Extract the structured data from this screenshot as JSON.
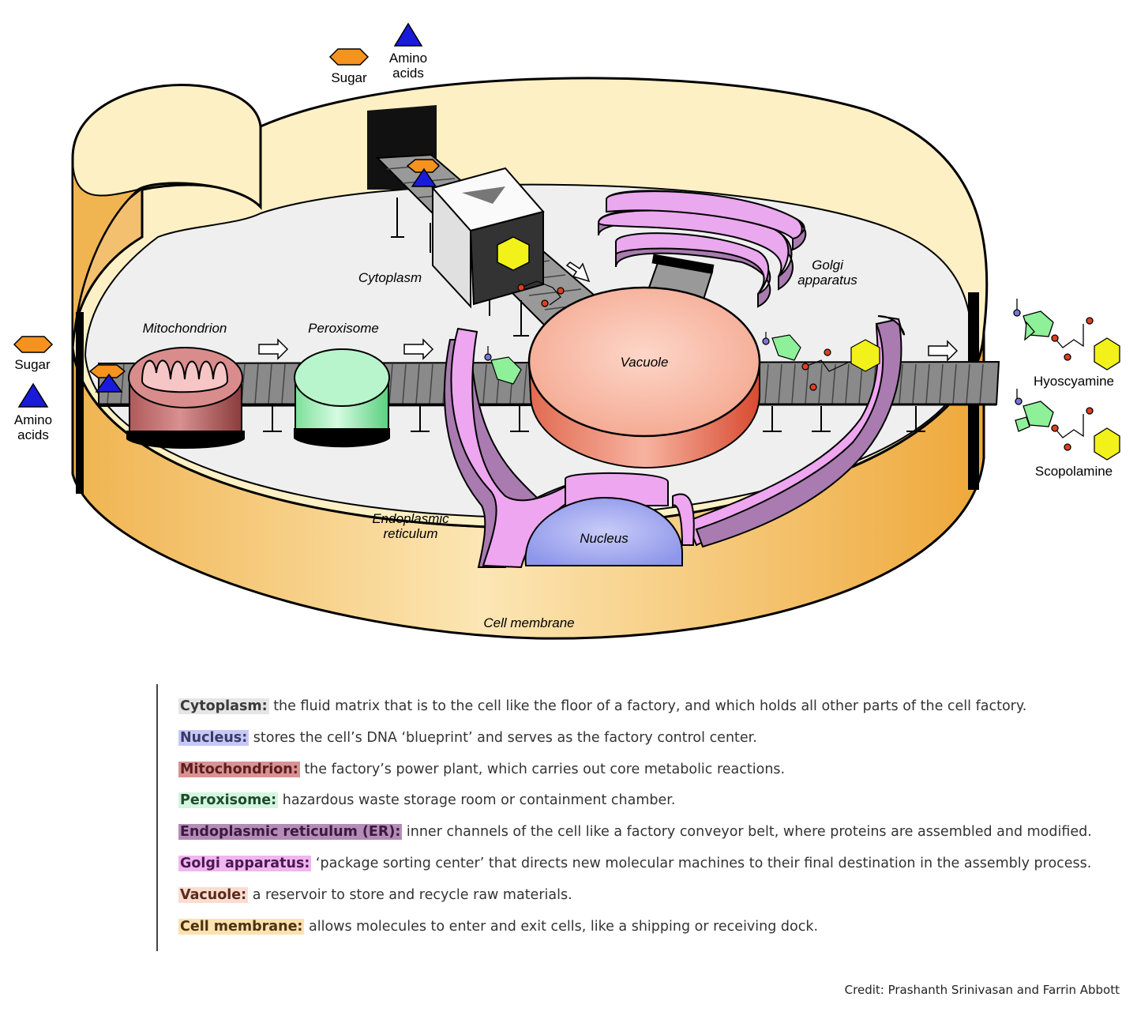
{
  "diagram": {
    "external_inputs_top": {
      "sugar": "Sugar",
      "amino_line1": "Amino",
      "amino_line2": "acids"
    },
    "external_inputs_left": {
      "sugar": "Sugar",
      "amino_line1": "Amino",
      "amino_line2": "acids"
    },
    "organelles": {
      "cytoplasm": "Cytoplasm",
      "mitochondrion": "Mitochondrion",
      "peroxisome": "Peroxisome",
      "vacuole": "Vacuole",
      "golgi_line1": "Golgi",
      "golgi_line2": "apparatus",
      "er_line1": "Endoplasmic",
      "er_line2": "reticulum",
      "nucleus": "Nucleus",
      "membrane": "Cell membrane"
    },
    "products": {
      "hyoscyamine": "Hyoscyamine",
      "scopolamine": "Scopolamine"
    },
    "colors": {
      "membrane": "#f0b44a",
      "membrane_inner": "#fdf0c4",
      "floor": "#efefef",
      "mitochondrion": "#c46e6e",
      "peroxisome": "#a8f0bd",
      "vacuole": "#f5a993",
      "golgi": "#e9a6ec",
      "er": "#eea6f0",
      "nucleus": "#a6aef0",
      "sugar": "#f6921e",
      "amino": "#1a1adb",
      "molecule_green": "#8ff09a",
      "molecule_yellow": "#f2f21a"
    }
  },
  "legend": [
    {
      "term": "Cytoplasm:",
      "desc": "the fluid matrix that is to the cell like the floor of a factory, and which holds all other parts of the cell factory.",
      "bg": "#e5e5e5",
      "fg": "#3a3a3a"
    },
    {
      "term": "Nucleus:",
      "desc": "stores the cell’s DNA ‘blueprint’ and serves as the factory control center.",
      "bg": "#c6c9f5",
      "fg": "#3a3a6a"
    },
    {
      "term": "Mitochondrion:",
      "desc": "the factory’s power plant, which carries out core metabolic reactions.",
      "bg": "#d99292",
      "fg": "#5a1e1e"
    },
    {
      "term": "Peroxisome:",
      "desc": "hazardous waste storage room or containment chamber.",
      "bg": "#d4f5de",
      "fg": "#1e4a2e"
    },
    {
      "term": "Endoplasmic reticulum (ER):",
      "desc": "inner channels of the cell like a factory conveyor belt, where proteins are assembled and modified.",
      "bg": "#b58bb8",
      "fg": "#3a1a3e"
    },
    {
      "term": "Golgi apparatus:",
      "desc": "‘package sorting center’ that directs new molecular machines to their final destination in the assembly process.",
      "bg": "#f0b6f2",
      "fg": "#4a1a4e"
    },
    {
      "term": "Vacuole:",
      "desc": "a reservoir to store and recycle raw materials.",
      "bg": "#fbdcd0",
      "fg": "#5a2a1a"
    },
    {
      "term": "Cell membrane:",
      "desc": "allows molecules to enter and exit cells, like a shipping or receiving dock.",
      "bg": "#fde2b0",
      "fg": "#4a3210"
    }
  ],
  "credit": "Credit: Prashanth Srinivasan and Farrin Abbott"
}
